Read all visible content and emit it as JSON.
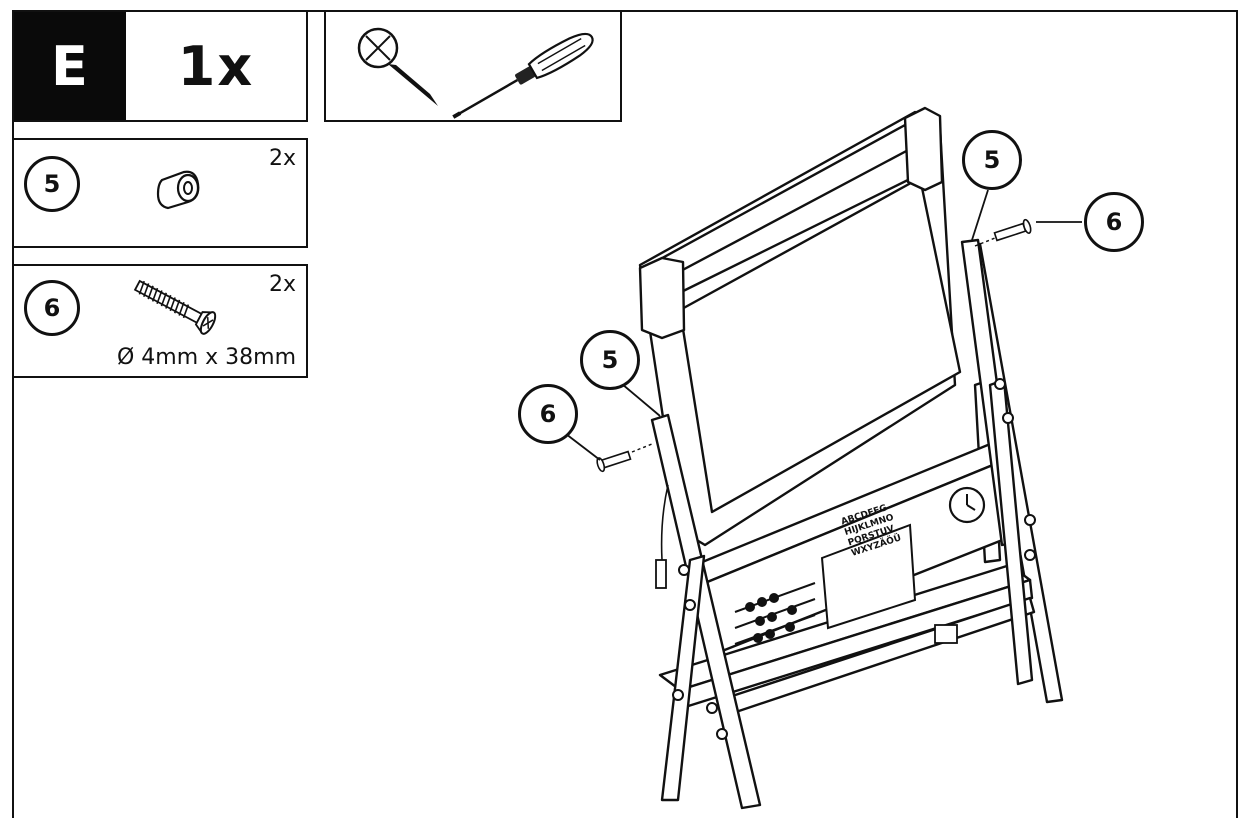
{
  "step": {
    "letter": "E",
    "quantity": "1x"
  },
  "tools": {
    "icon": "screwdriver-icon",
    "status": "not-allowed"
  },
  "parts": [
    {
      "number": "5",
      "quantity": "2x",
      "icon": "spacer-icon"
    },
    {
      "number": "6",
      "quantity": "2x",
      "icon": "screw-icon",
      "dimension": "Ø 4mm x 38mm"
    }
  ],
  "illustration": {
    "callouts": [
      "5",
      "6",
      "5",
      "6"
    ],
    "chart_letters": [
      "ABCDEFG",
      "HIJKLMNO",
      "PQRSTUV",
      "WXYZÄÖÜ"
    ]
  }
}
